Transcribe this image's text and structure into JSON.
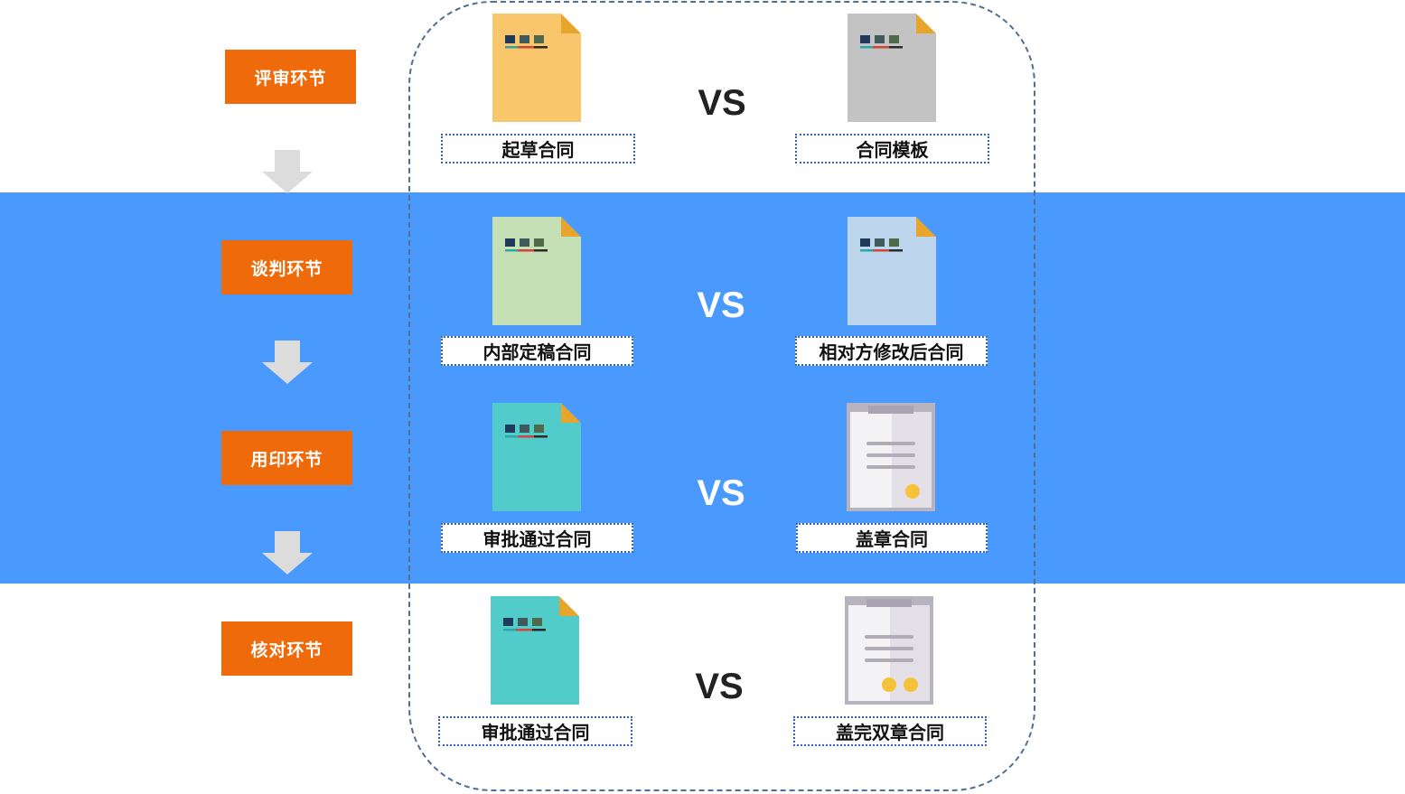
{
  "stages": [
    "评审环节",
    "谈判环节",
    "用印环节",
    "核对环节"
  ],
  "vs_text": "VS",
  "rows": [
    {
      "left": {
        "label": "起草合同",
        "color": "#f9c66b"
      },
      "right": {
        "label": "合同模板",
        "color": "#c3c3c3"
      }
    },
    {
      "left": {
        "label": "内部定稿合同",
        "color": "#c6e0b5"
      },
      "right": {
        "label": "相对方修改后合同",
        "color": "#bdd6ee"
      }
    },
    {
      "left": {
        "label": "审批通过合同",
        "color": "#52cbcb"
      },
      "right": {
        "label": "盖章合同",
        "seals": 1
      }
    },
    {
      "left": {
        "label": "审批通过合同",
        "color": "#52cbcb"
      },
      "right": {
        "label": "盖完双章合同",
        "seals": 2
      }
    }
  ],
  "colors": {
    "stage": "#ee6a0a",
    "band": "#4a99fd",
    "frame": "#4f6f93",
    "arrow": "#dcdcdc",
    "fold": "#e7a52b",
    "seal": "#f6c23a"
  }
}
